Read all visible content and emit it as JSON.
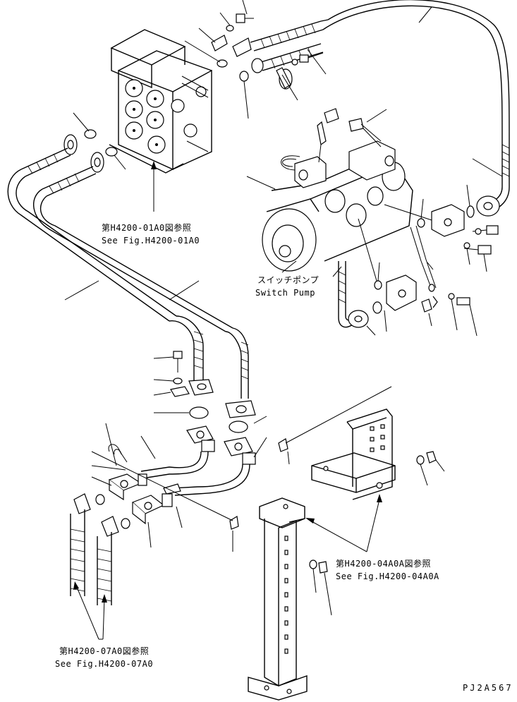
{
  "references": {
    "valve": {
      "jp": "第H4200-01A0図参照",
      "en": "See Fig.H4200-01A0"
    },
    "pump": {
      "jp": "スイッチポンプ",
      "en": "Switch Pump"
    },
    "bracket": {
      "jp": "第H4200-04A0A図参照",
      "en": "See Fig.H4200-04A0A"
    },
    "hoses": {
      "jp": "第H4200-07A0図参照",
      "en": "See Fig.H4200-07A0"
    }
  },
  "drawing_number": "PJ2A567",
  "colors": {
    "line": "#000000",
    "background": "#ffffff"
  }
}
